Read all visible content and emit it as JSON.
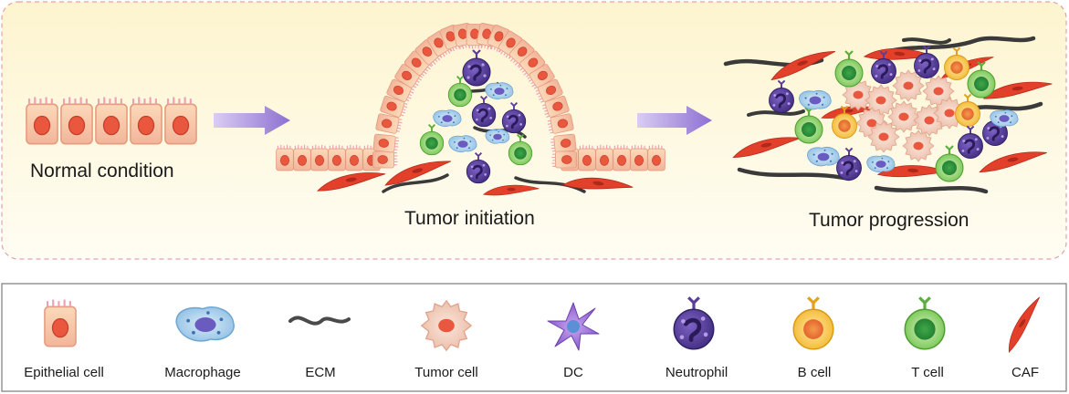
{
  "stages": {
    "normal": "Normal condition",
    "initiation": "Tumor initiation",
    "progression": "Tumor progression"
  },
  "legend": [
    {
      "label": "Epithelial cell",
      "icon": "epithelial-cell-icon"
    },
    {
      "label": "Macrophage",
      "icon": "macrophage-icon"
    },
    {
      "label": "ECM",
      "icon": "ecm-icon"
    },
    {
      "label": "Tumor cell",
      "icon": "tumor-cell-icon"
    },
    {
      "label": "DC",
      "icon": "dc-icon"
    },
    {
      "label": "Neutrophil",
      "icon": "neutrophil-icon"
    },
    {
      "label": "B cell",
      "icon": "b-cell-icon"
    },
    {
      "label": "T cell",
      "icon": "t-cell-icon"
    },
    {
      "label": "CAF",
      "icon": "caf-icon"
    }
  ],
  "colors": {
    "panel_fill_top": "#fdf6d3",
    "panel_fill_bottom": "#fffdf2",
    "panel_border": "#e6a2a2",
    "arrow": "#9a7fd6",
    "epithelial_fill": "#f6c9a4",
    "epithelial_nucleus": "#e8573e",
    "caf": "#e2402b",
    "ecm": "#4a4a4a",
    "macrophage": "#a9cfea",
    "tumor_fill": "#f3d3c2",
    "dc": "#9a6ad6",
    "neutrophil": "#5a3d9a",
    "b_cell": "#f7c948",
    "t_cell": "#8ed36a"
  }
}
